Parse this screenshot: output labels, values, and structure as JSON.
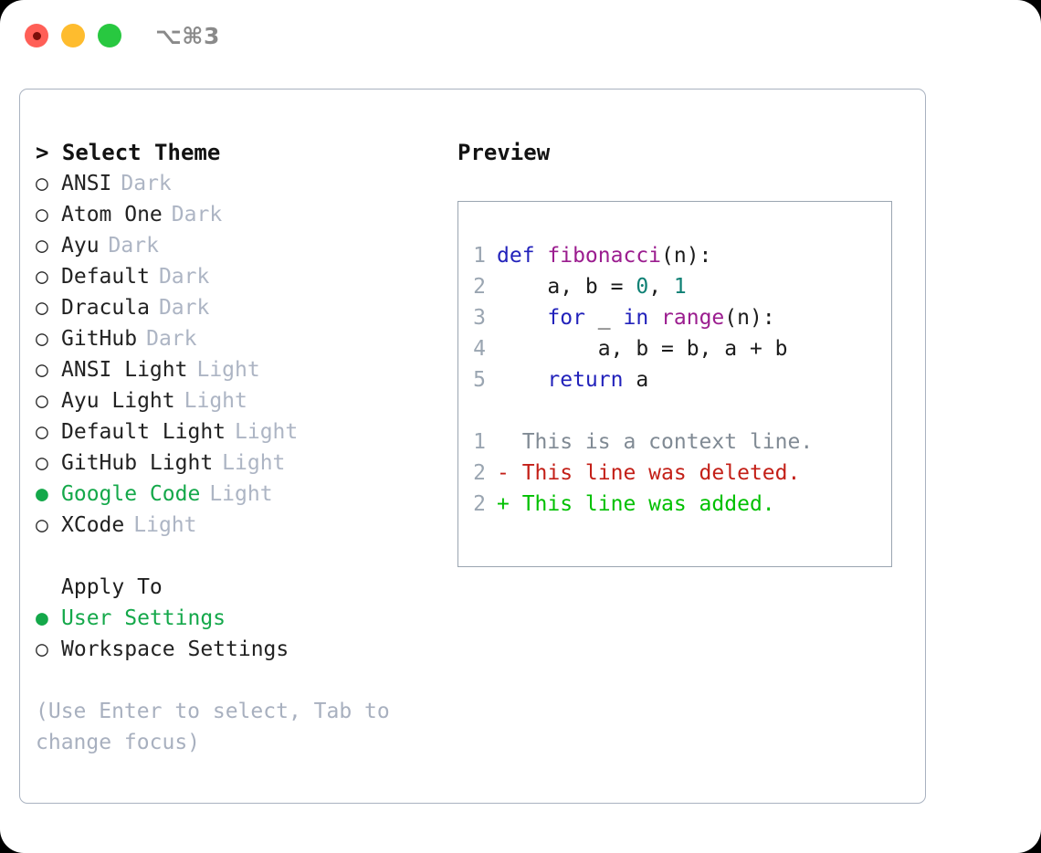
{
  "window": {
    "traffic_lights": [
      "close",
      "minimize",
      "maximize"
    ],
    "shortcut": "⌥⌘3"
  },
  "theme_picker": {
    "header": "> Select Theme",
    "items": [
      {
        "label": "ANSI",
        "tag": "Dark",
        "marker": "○",
        "selected": false
      },
      {
        "label": "Atom One",
        "tag": "Dark",
        "marker": "○",
        "selected": false
      },
      {
        "label": "Ayu",
        "tag": "Dark",
        "marker": "○",
        "selected": false
      },
      {
        "label": "Default",
        "tag": "Dark",
        "marker": "○",
        "selected": false
      },
      {
        "label": "Dracula",
        "tag": "Dark",
        "marker": "○",
        "selected": false
      },
      {
        "label": "GitHub",
        "tag": "Dark",
        "marker": "○",
        "selected": false
      },
      {
        "label": "ANSI Light",
        "tag": "Light",
        "marker": "○",
        "selected": false
      },
      {
        "label": "Ayu Light",
        "tag": "Light",
        "marker": "○",
        "selected": false
      },
      {
        "label": "Default Light",
        "tag": "Light",
        "marker": "○",
        "selected": false
      },
      {
        "label": "GitHub Light",
        "tag": "Light",
        "marker": "○",
        "selected": false
      },
      {
        "label": "Google Code",
        "tag": "Light",
        "marker": "●",
        "selected": true
      },
      {
        "label": "XCode",
        "tag": "Light",
        "marker": "○",
        "selected": false
      }
    ]
  },
  "apply_to": {
    "header": "Apply To",
    "items": [
      {
        "label": "User Settings",
        "marker": "●",
        "selected": true
      },
      {
        "label": "Workspace Settings",
        "marker": "○",
        "selected": false
      }
    ]
  },
  "hint": "(Use Enter to select, Tab to change focus)",
  "preview": {
    "title": "Preview",
    "code_lines": [
      {
        "n": "1",
        "tokens": [
          {
            "t": "def ",
            "c": "kw"
          },
          {
            "t": "fibonacci",
            "c": "fn"
          },
          {
            "t": "(n):",
            "c": "pl"
          }
        ]
      },
      {
        "n": "2",
        "tokens": [
          {
            "t": "    a, b = ",
            "c": "pl"
          },
          {
            "t": "0",
            "c": "num"
          },
          {
            "t": ", ",
            "c": "pl"
          },
          {
            "t": "1",
            "c": "num"
          }
        ]
      },
      {
        "n": "3",
        "tokens": [
          {
            "t": "    ",
            "c": "pl"
          },
          {
            "t": "for",
            "c": "kw"
          },
          {
            "t": " _ ",
            "c": "pl"
          },
          {
            "t": "in",
            "c": "kw"
          },
          {
            "t": " ",
            "c": "pl"
          },
          {
            "t": "range",
            "c": "fn"
          },
          {
            "t": "(n):",
            "c": "pl"
          }
        ]
      },
      {
        "n": "4",
        "tokens": [
          {
            "t": "        a, b = b, a + b",
            "c": "pl"
          }
        ]
      },
      {
        "n": "5",
        "tokens": [
          {
            "t": "    ",
            "c": "pl"
          },
          {
            "t": "return",
            "c": "kw"
          },
          {
            "t": " a",
            "c": "pl"
          }
        ]
      }
    ],
    "diff_lines": [
      {
        "n": "1",
        "text": "  This is a context line.",
        "kind": "ctx"
      },
      {
        "n": "2",
        "text": "- This line was deleted.",
        "kind": "del"
      },
      {
        "n": "2",
        "text": "+ This line was added.",
        "kind": "add"
      }
    ]
  },
  "colors": {
    "accent_green": "#14a84a",
    "tag_gray": "#adb5c4",
    "border": "#a9b2c0",
    "keyword": "#2222bb",
    "function": "#9b1d8f",
    "number": "#0e8074",
    "diff_delete": "#c31f17",
    "diff_add": "#00c000",
    "close": "#ff5f57",
    "minimize": "#febc2e",
    "maximize": "#28c840"
  }
}
